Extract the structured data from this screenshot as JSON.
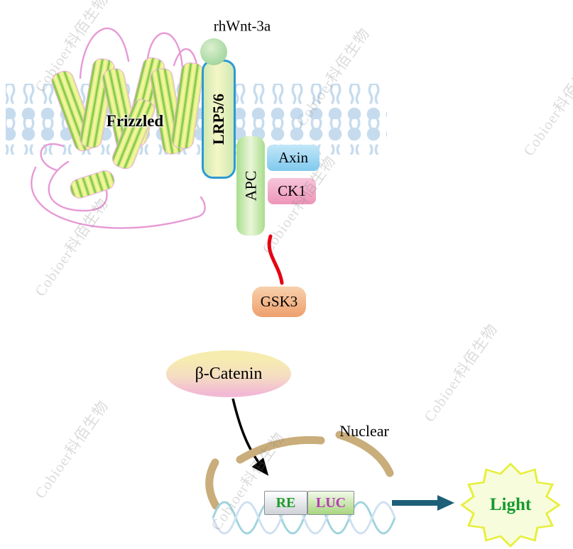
{
  "watermark": {
    "text": "Cobioer科佰生物"
  },
  "labels": {
    "ligand": "rhWnt-3a",
    "receptor_frizzled": "Frizzled",
    "receptor_lrp": "LRP5/6",
    "apc": "APC",
    "axin": "Axin",
    "ck1": "CK1",
    "gsk3": "GSK3",
    "beta_catenin": "β-Catenin",
    "nuclear": "Nuclear",
    "re": "RE",
    "luc": "LUC",
    "light": "Light"
  },
  "colors": {
    "membrane": "#c6dcee",
    "lrp_border": "#2d9ad2",
    "helix_green": "#8ccb4e",
    "frizzled_loop_pink": "#e79ad5",
    "inhibition_red": "#e60013",
    "gsk3_orange": "#ee9f6e",
    "nuclear_envelope_tan": "#c9ad7a",
    "light_arrow_teal": "#1d5f78",
    "starburst_edge": "#e7ef39",
    "starburst_fill": "#f7fcdd",
    "re_text_green": "#1f9d2a",
    "luc_text_magenta": "#b93abb"
  }
}
